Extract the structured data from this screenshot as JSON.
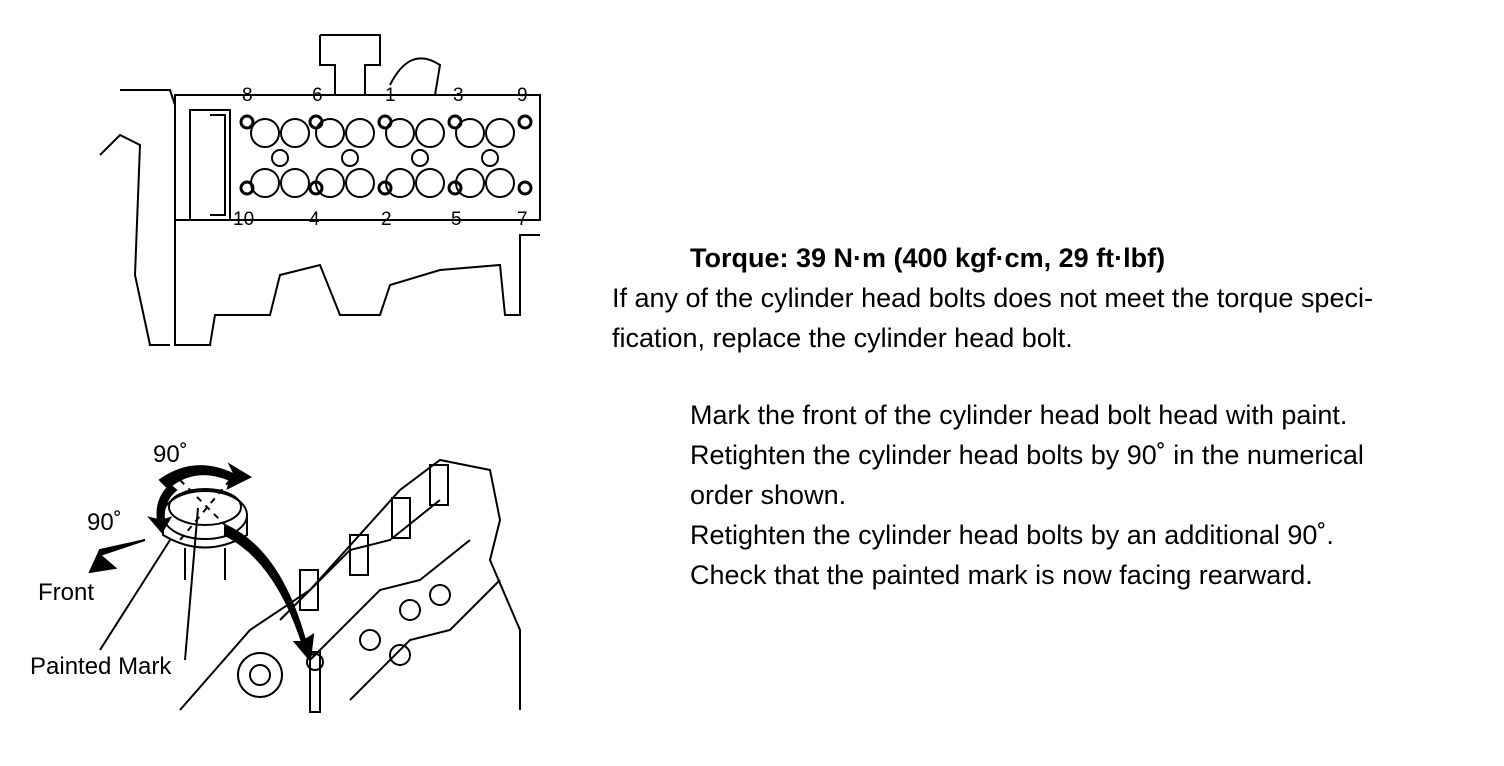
{
  "top_figure": {
    "bolt_numbers_upper": [
      "8",
      "6",
      "1",
      "3",
      "9"
    ],
    "bolt_numbers_lower": [
      "10",
      "4",
      "2",
      "5",
      "7"
    ]
  },
  "bottom_figure": {
    "angle_top": "90˚",
    "angle_left": "90˚",
    "label_front": "Front",
    "label_painted_mark": "Painted Mark"
  },
  "text": {
    "torque_line": "Torque: 39 N·m (400 kgf·cm, 29 ft·lbf)",
    "para1_line1": "If any of the cylinder head bolts does not meet the torque speci-",
    "para1_line2": "fication, replace the cylinder head bolt.",
    "step1": "Mark the front of the cylinder head bolt head with paint.",
    "step2_line1": "Retighten the cylinder head bolts by 90˚ in the numerical",
    "step2_line2": "order shown.",
    "step3": "Retighten the cylinder head bolts by an additional 90˚.",
    "step4": "Check that the painted mark is now facing rearward."
  }
}
